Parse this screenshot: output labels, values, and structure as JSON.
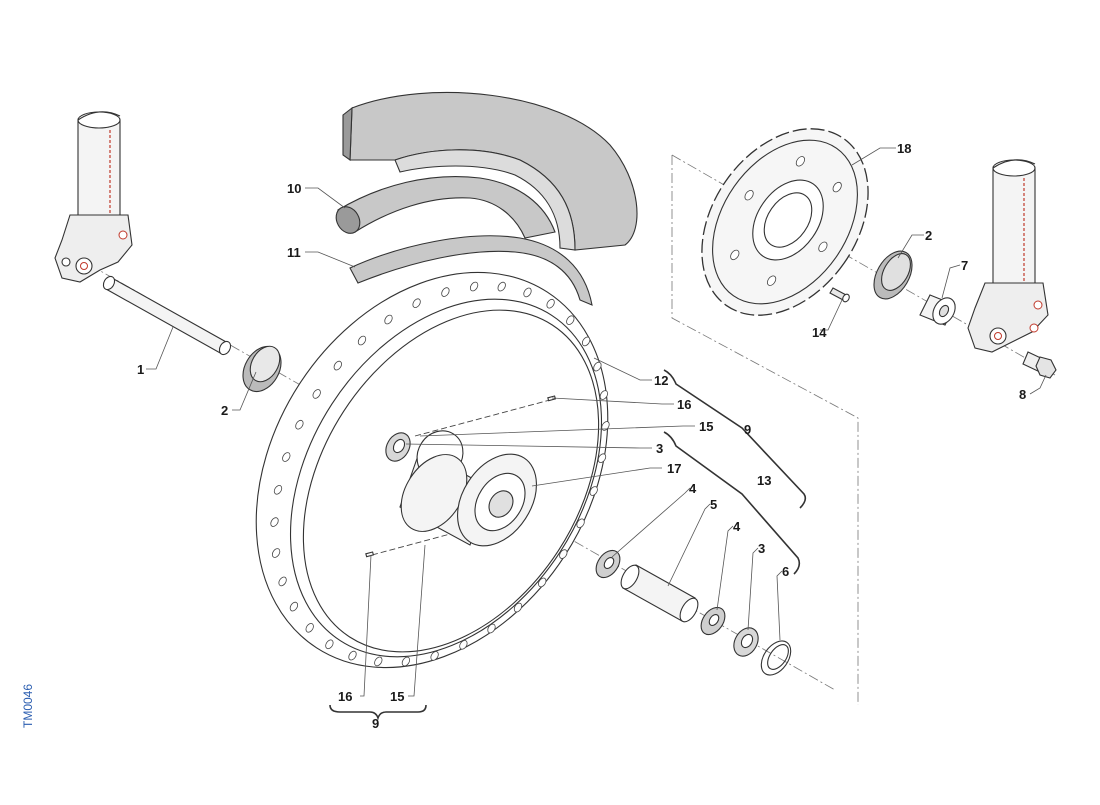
{
  "drawing_id": "TM0046",
  "callouts": {
    "c1": "1",
    "c2_left": "2",
    "c2_right": "2",
    "c3_hub": "3",
    "c3_spacer": "3",
    "c4_upper": "4",
    "c4_lower": "4",
    "c5": "5",
    "c6": "6",
    "c7": "7",
    "c8": "8",
    "c9_right": "9",
    "c9_bottom": "9",
    "c10": "10",
    "c11": "11",
    "c12": "12",
    "c13": "13",
    "c14": "14",
    "c15_right": "15",
    "c15_bottom": "15",
    "c16_right": "16",
    "c16_bottom": "16",
    "c17": "17",
    "c18": "18"
  },
  "colors": {
    "part_fill": "#f4f4f4",
    "tyre_fill": "#c8c8c8",
    "tyre_dark": "#9a9a9a",
    "fork_accent": "#c0392b",
    "label_blue": "#2a5db0"
  }
}
